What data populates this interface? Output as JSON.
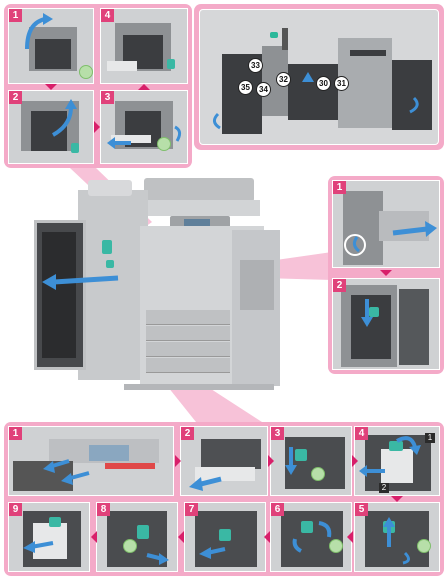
{
  "top_left_steps": [
    "1",
    "4",
    "2",
    "3"
  ],
  "top_right_callouts": [
    "33",
    "32",
    "35",
    "34",
    "30",
    "31"
  ],
  "right_steps": [
    "1",
    "2"
  ],
  "bottom_steps": [
    "1",
    "2",
    "3",
    "4",
    "5",
    "6",
    "7",
    "8",
    "9"
  ],
  "bottom_step4_markers": [
    "1",
    "2"
  ],
  "colors": {
    "accent": "#e0417a",
    "frame": "#f4aac8",
    "arrow": "#3d8fd6",
    "part": "#3ab8a4"
  }
}
